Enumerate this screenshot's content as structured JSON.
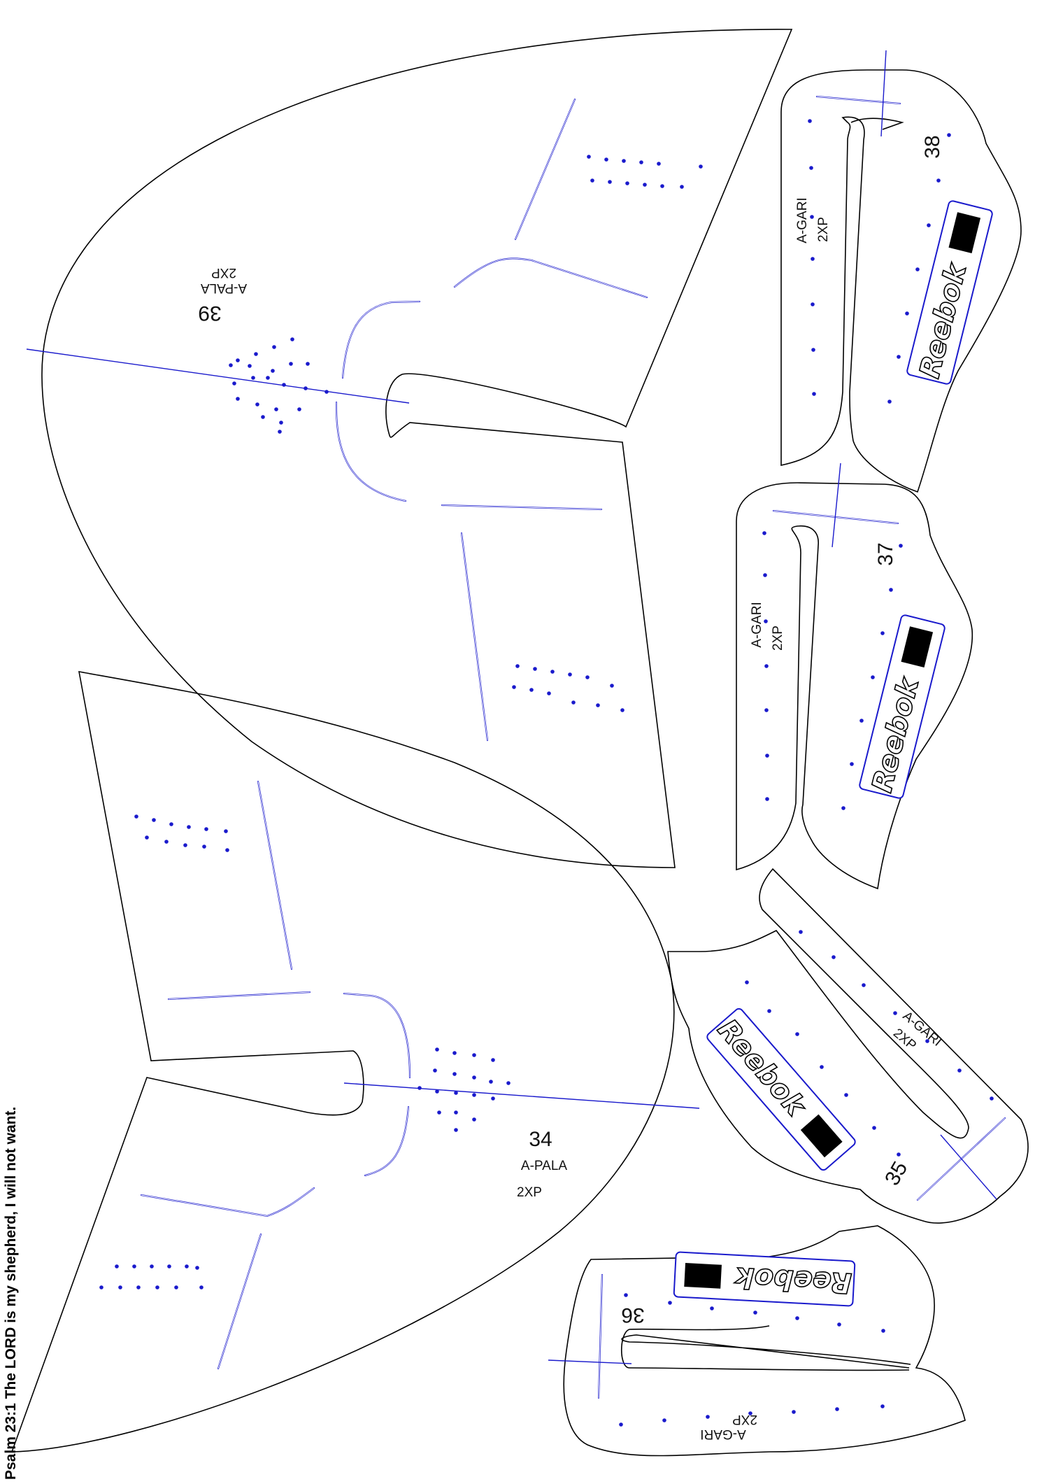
{
  "sheet": {
    "verse": "Psalm 23:1 The LORD is my shepherd, I will not want."
  },
  "colors": {
    "outline": "#000000",
    "marking": "#1a1acc"
  },
  "pieces": {
    "p39": {
      "number": "39",
      "name": "A-PALA",
      "qty": "2XP"
    },
    "p34": {
      "number": "34",
      "name": "A-PALA",
      "qty": "2XP"
    },
    "p38": {
      "number": "38",
      "name": "A-GARI",
      "qty": "2XP",
      "logo": "Reebok",
      "flag_icon": "union-jack-icon"
    },
    "p37": {
      "number": "37",
      "name": "A-GARI",
      "qty": "2XP",
      "logo": "Reebok",
      "flag_icon": "union-jack-icon"
    },
    "p35": {
      "number": "35",
      "name": "A-GARI",
      "qty": "2XP",
      "logo": "Reebok",
      "flag_icon": "union-jack-icon"
    },
    "p36": {
      "number": "36",
      "name": "A-GARI",
      "qty": "2XP",
      "logo": "Reebok",
      "flag_icon": "union-jack-icon"
    }
  }
}
